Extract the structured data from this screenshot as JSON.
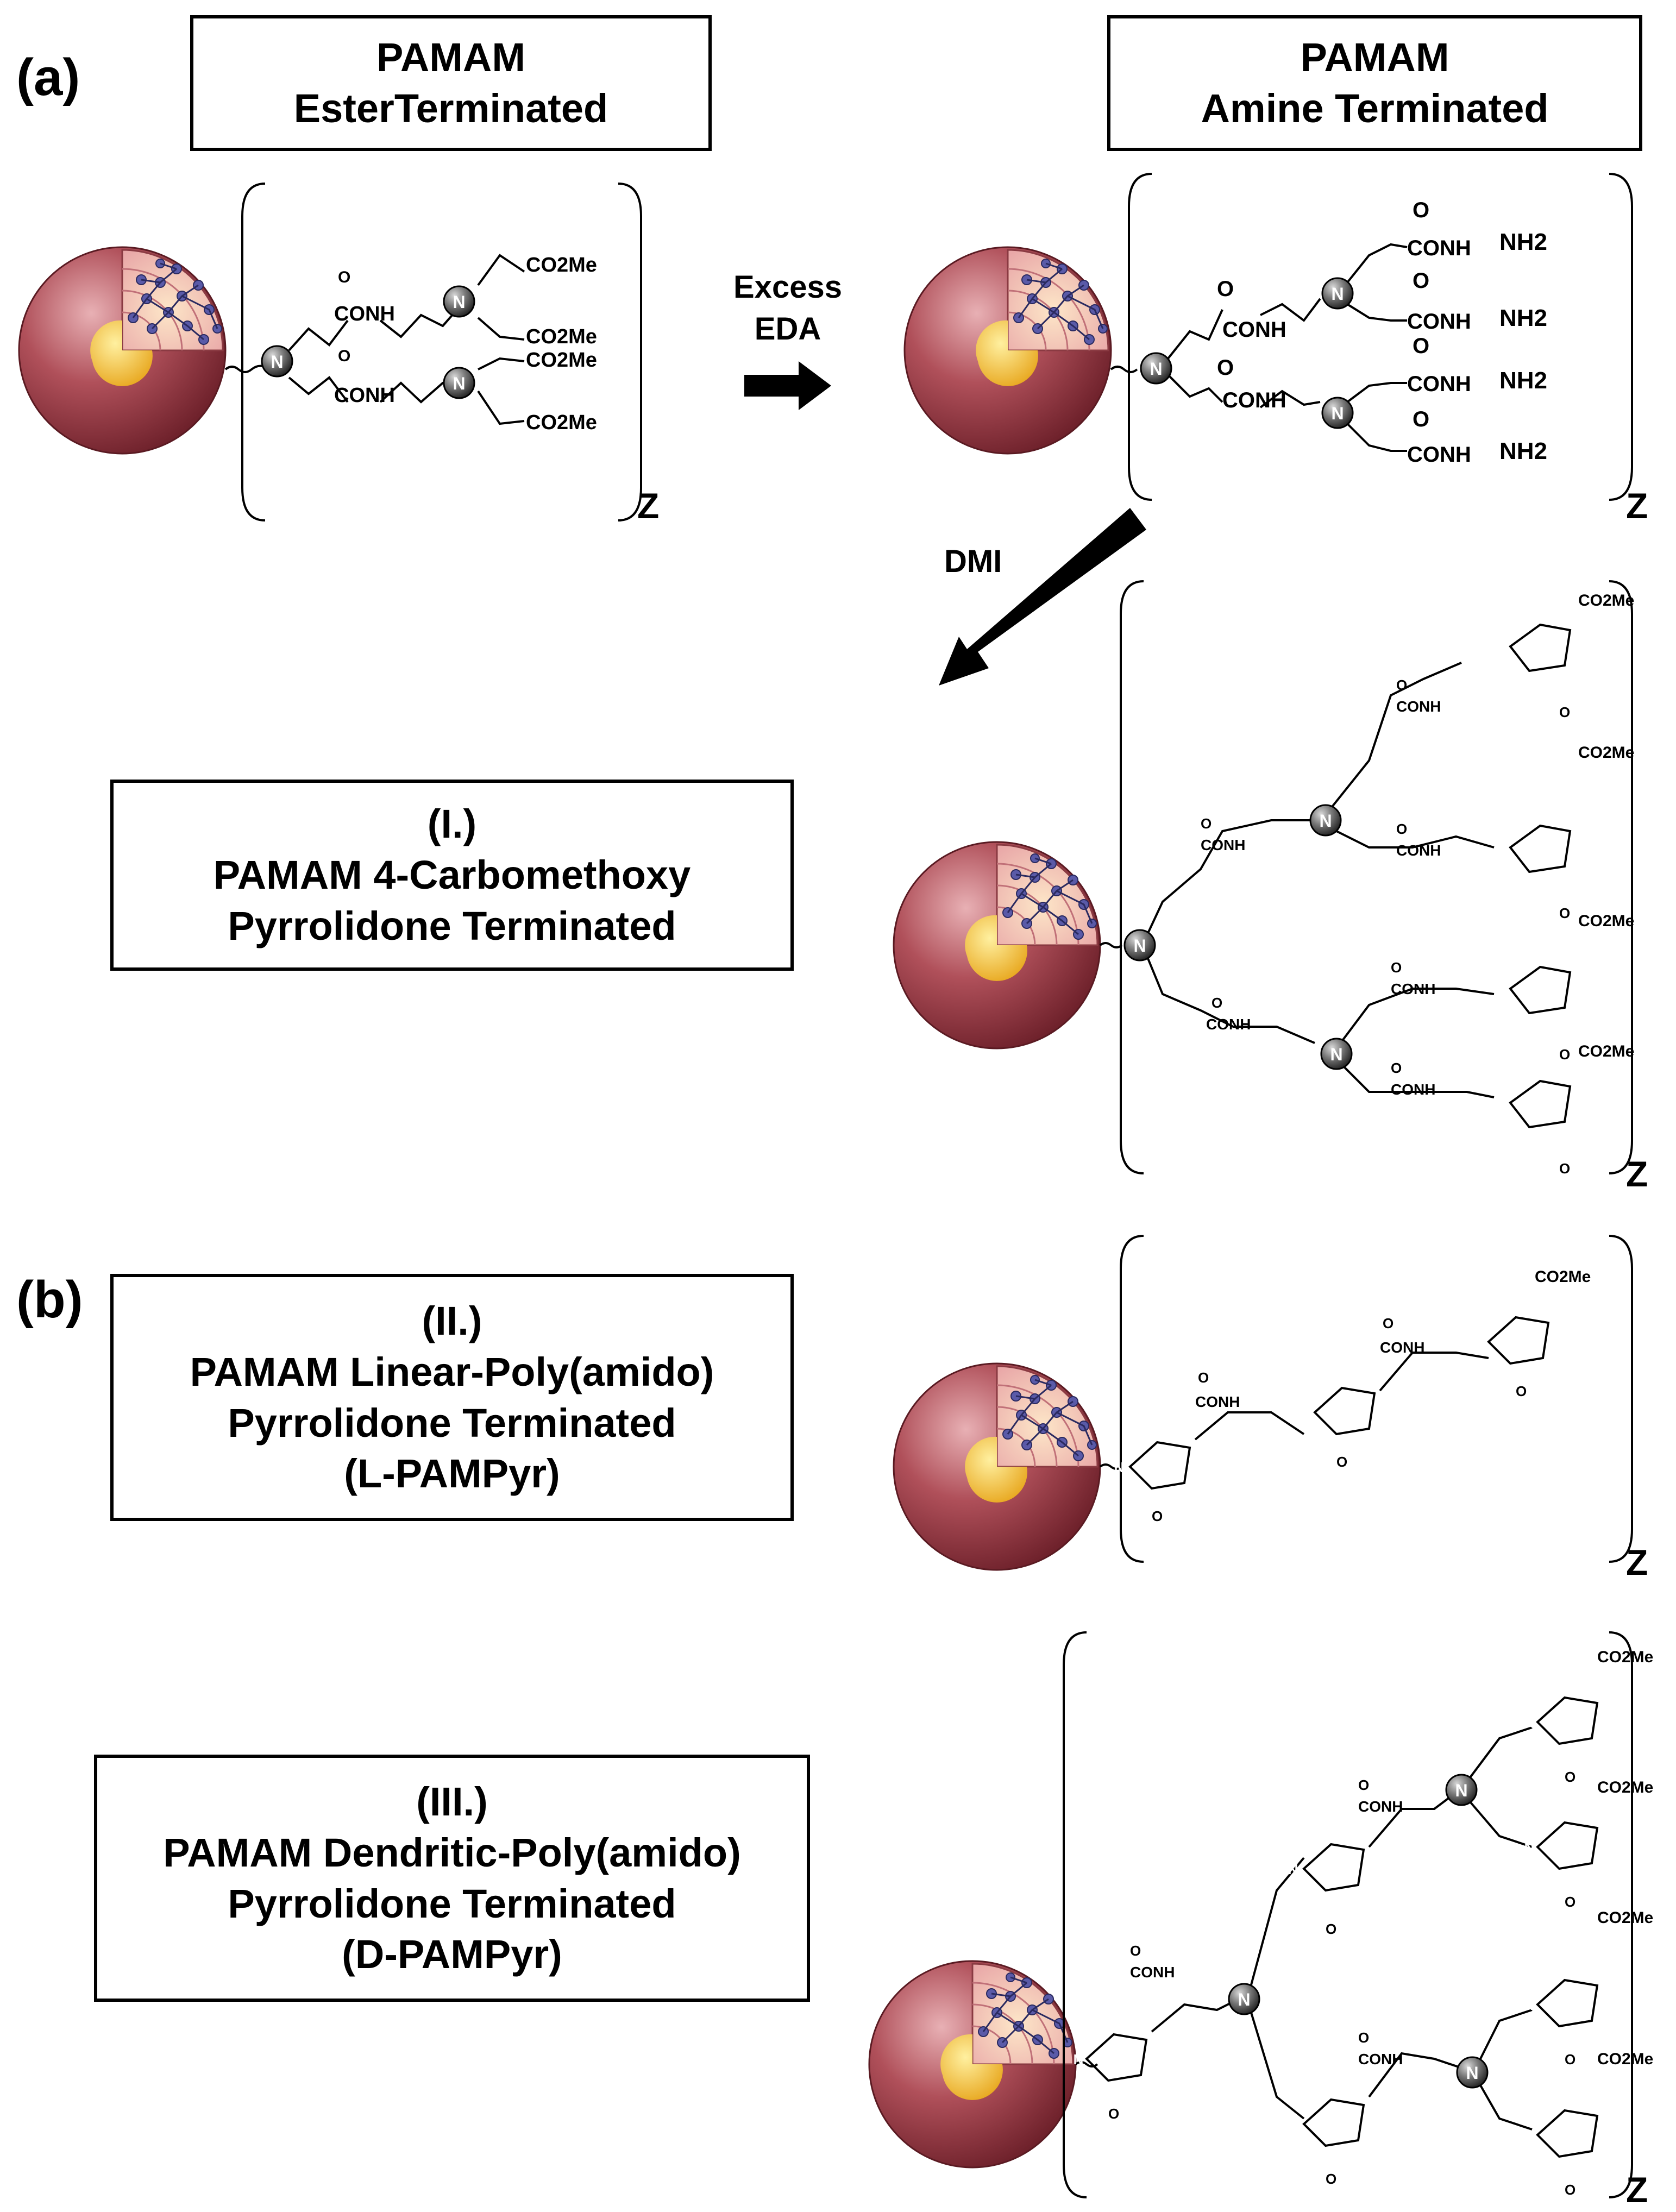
{
  "panel_labels": {
    "a": "(a)",
    "b": "(b)"
  },
  "boxes": {
    "ester": [
      "PAMAM",
      "EsterTerminated"
    ],
    "amine": [
      "PAMAM",
      "Amine Terminated"
    ],
    "carbomethoxy": [
      "(I.)",
      "PAMAM 4-Carbomethoxy",
      "Pyrrolidone Terminated"
    ],
    "linear": [
      "(II.)",
      "PAMAM Linear-Poly(amido)",
      "Pyrrolidone Terminated",
      "(L-PAMPyr)"
    ],
    "dendritic": [
      "(III.)",
      "PAMAM Dendritic-Poly(amido)",
      "Pyrrolidone Terminated",
      "(D-PAMPyr)"
    ]
  },
  "reagents": {
    "eda": [
      "Excess",
      "EDA"
    ],
    "dmi": "DMI"
  },
  "subscript_z": "Z",
  "atoms": {
    "n": "N",
    "o": "O",
    "conh": "CONH",
    "nh2": "NH2",
    "co2me": "CO2Me"
  },
  "colors": {
    "sphere_dark": "#7a2530",
    "sphere_mid": "#b0505a",
    "sphere_light": "#e8b0b4",
    "core_yellow": "#f2c23a",
    "node_blue": "#5a5aa8",
    "n_ball": "#6a6a6a"
  }
}
